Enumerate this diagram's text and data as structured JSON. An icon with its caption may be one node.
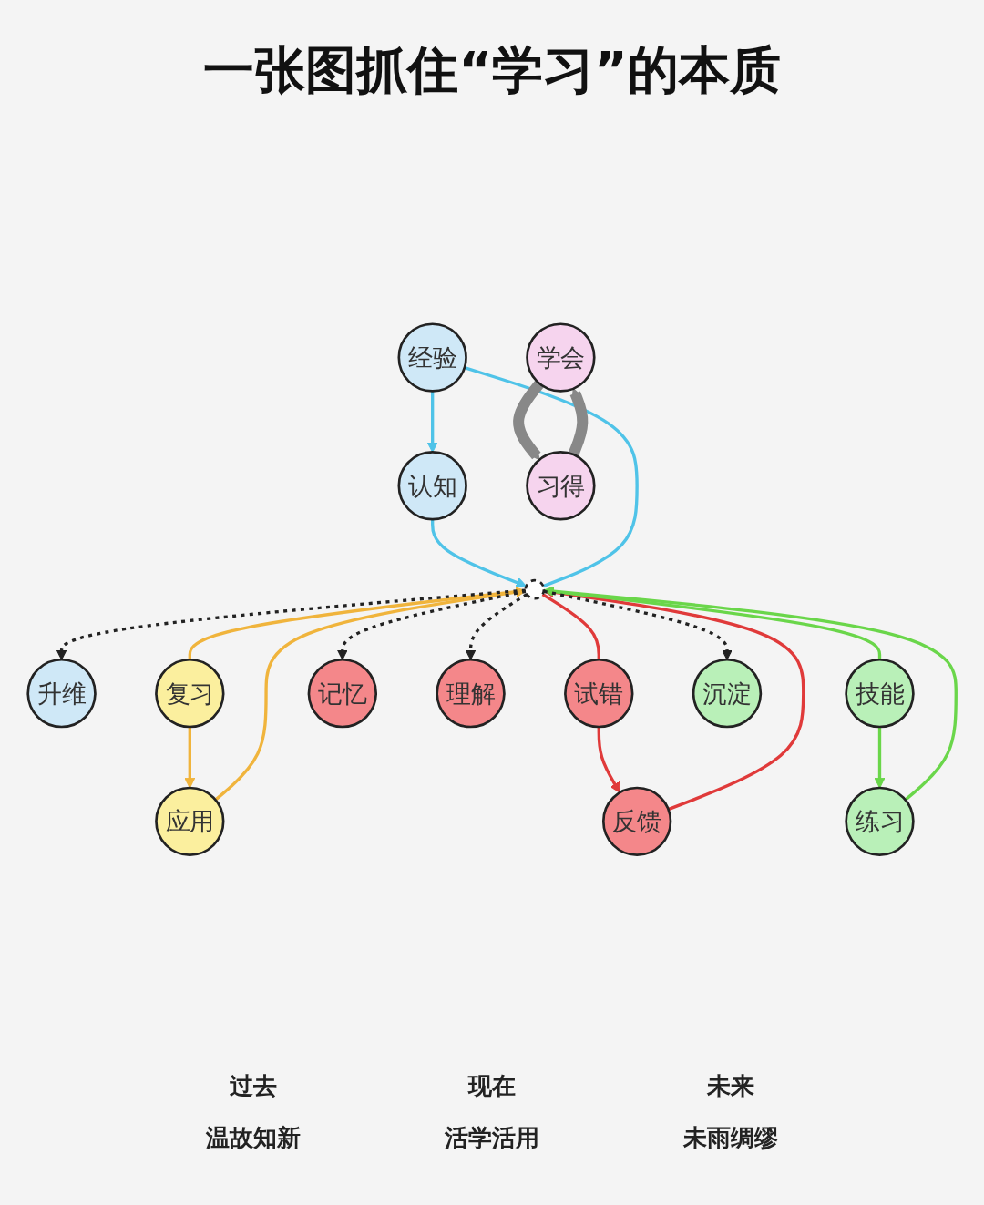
{
  "diagram": {
    "title": "一张图抓住“学习”的本质",
    "nodes": [
      {
        "text": [
          "升维"
        ]
      },
      {
        "text": [
          "经验"
        ]
      },
      {
        "text": [
          "认知"
        ]
      },
      {
        "text": [
          "复习"
        ]
      },
      {
        "text": [
          "试错"
        ]
      },
      {
        "text": [
          "记忆"
        ]
      },
      {
        "text": [
          "学会"
        ]
      },
      {
        "text": [],
        "shape": "circle"
      },
      {
        "text": [
          "习得"
        ]
      },
      {
        "text": [
          "理解"
        ]
      },
      {
        "text": [
          "应用"
        ]
      },
      {
        "text": [
          "反馈"
        ]
      },
      {
        "text": [
          "技能"
        ]
      },
      {
        "text": [
          "练习"
        ]
      },
      {
        "text": [
          "沉淀"
        ]
      }
    ],
    "edges": [
      {
        "from": 7,
        "to": 1,
        "arrow": "none",
        "color": "#4fc3e8"
      },
      {
        "from": 1,
        "to": 2,
        "arrow": "to",
        "color": "#4fc3e8"
      },
      {
        "from": 2,
        "to": 7,
        "arrow": "to",
        "color": "#4fc3e8"
      },
      {
        "from": 7,
        "to": 3,
        "arrow": "none",
        "color": "#f0b43c"
      },
      {
        "from": 3,
        "to": 10,
        "arrow": "to",
        "color": "#f0b43c"
      },
      {
        "from": 10,
        "to": 7,
        "arrow": "to",
        "color": "#f0b43c"
      },
      {
        "from": 7,
        "to": 4,
        "arrow": "none",
        "color": "#e03a3a"
      },
      {
        "from": 4,
        "to": 11,
        "arrow": "to",
        "color": "#e03a3a"
      },
      {
        "from": 11,
        "to": 7,
        "arrow": "to",
        "color": "#e03a3a"
      },
      {
        "from": 7,
        "to": 12,
        "arrow": "none",
        "color": "#6ad64a"
      },
      {
        "from": 12,
        "to": 13,
        "arrow": "to",
        "color": "#6ad64a"
      },
      {
        "from": 13,
        "to": 7,
        "arrow": "to",
        "color": "#6ad64a"
      },
      {
        "from": 6,
        "to": 8,
        "arrow": "to",
        "style": "thick",
        "color": "#888888"
      },
      {
        "from": 8,
        "to": 6,
        "arrow": "to",
        "style": "thick",
        "color": "#888888"
      },
      {
        "from": 7,
        "to": 0,
        "arrow": "to",
        "style": "dashed"
      },
      {
        "from": 7,
        "to": 14,
        "arrow": "to",
        "style": "dashed"
      },
      {
        "from": 7,
        "to": 5,
        "arrow": "to",
        "style": "dashed"
      },
      {
        "from": 7,
        "to": 9,
        "arrow": "to",
        "style": "dashed"
      }
    ],
    "labels": [
      "过去",
      "现在",
      "未来",
      "温故知新",
      "活学活用",
      "未雨绸缪"
    ]
  }
}
